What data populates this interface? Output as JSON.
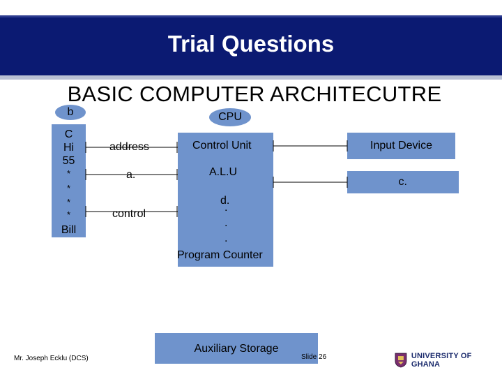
{
  "slide": {
    "title": "Trial Questions",
    "subtitle": "BASIC COMPUTER ARCHITECUTRE",
    "footer_author": "Mr. Joseph Ecklu (DCS)",
    "slide_label": "Slide 26",
    "logo_text": "UNIVERSITY OF GHANA"
  },
  "diagram": {
    "left_oval": "b",
    "cpu_oval": "CPU",
    "memory_column": [
      "C",
      "Hi",
      "55",
      "*",
      "*",
      "*",
      "*",
      "Bill"
    ],
    "connector_labels": {
      "address": "address",
      "data": "a.",
      "control": "control"
    },
    "cpu_units": {
      "control_unit": "Control Unit",
      "alu": "A.L.U",
      "register": "d.",
      "dot1": ".",
      "dot2": ".",
      "dot3": ".",
      "program_counter": "Program Counter"
    },
    "devices": {
      "input": "Input Device",
      "output": "c.",
      "storage": "Auxiliary Storage"
    },
    "colors": {
      "box_fill": "#6f93cc",
      "banner": "#0b1a72"
    }
  }
}
